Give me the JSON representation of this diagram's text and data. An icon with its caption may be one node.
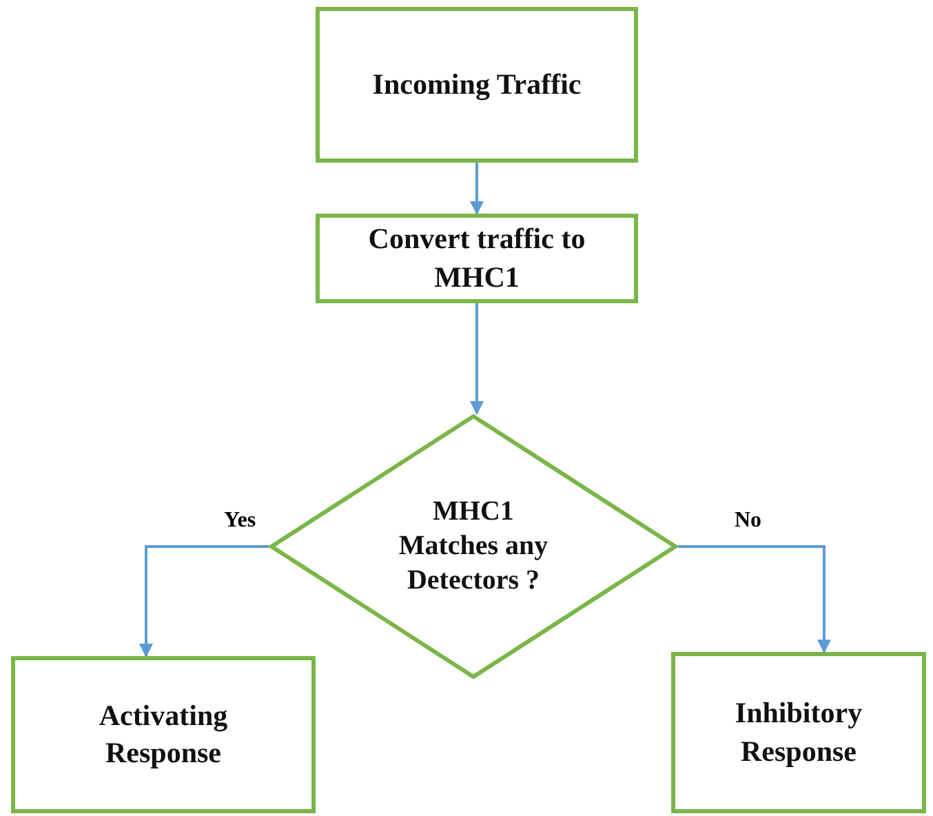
{
  "diagram": {
    "nodes": [
      {
        "text": [
          "Incoming Traffic"
        ]
      },
      {
        "text": [
          "Convert traffic to MHC1"
        ]
      },
      {
        "text": [
          "MHC1 Matches any Detectors ?"
        ]
      },
      {
        "text": [
          "Activating Response"
        ]
      },
      {
        "text": [
          "Inhibitory Response"
        ]
      }
    ],
    "edges": [
      {
        "from": 0,
        "to": 1,
        "arrow": "to"
      },
      {
        "from": 1,
        "to": 2,
        "arrow": "to"
      },
      {
        "from": 2,
        "to": 3,
        "arrow": "to",
        "label": "Yes"
      },
      {
        "from": 2,
        "to": 4,
        "arrow": "to",
        "label": "No"
      }
    ]
  }
}
